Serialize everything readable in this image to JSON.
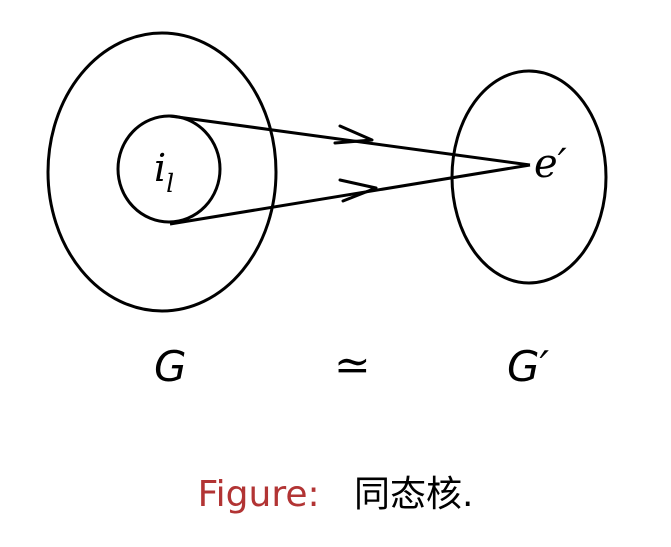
{
  "diagram": {
    "inner_label_base": "i",
    "inner_label_sub": "l",
    "target_label": "e′",
    "left_group": "G",
    "relation_symbol": "≃",
    "right_group": "G′"
  },
  "caption": {
    "prefix": "Figure:",
    "text": "同态核."
  },
  "colors": {
    "caption_prefix": "#b23434",
    "ink": "#000000"
  }
}
